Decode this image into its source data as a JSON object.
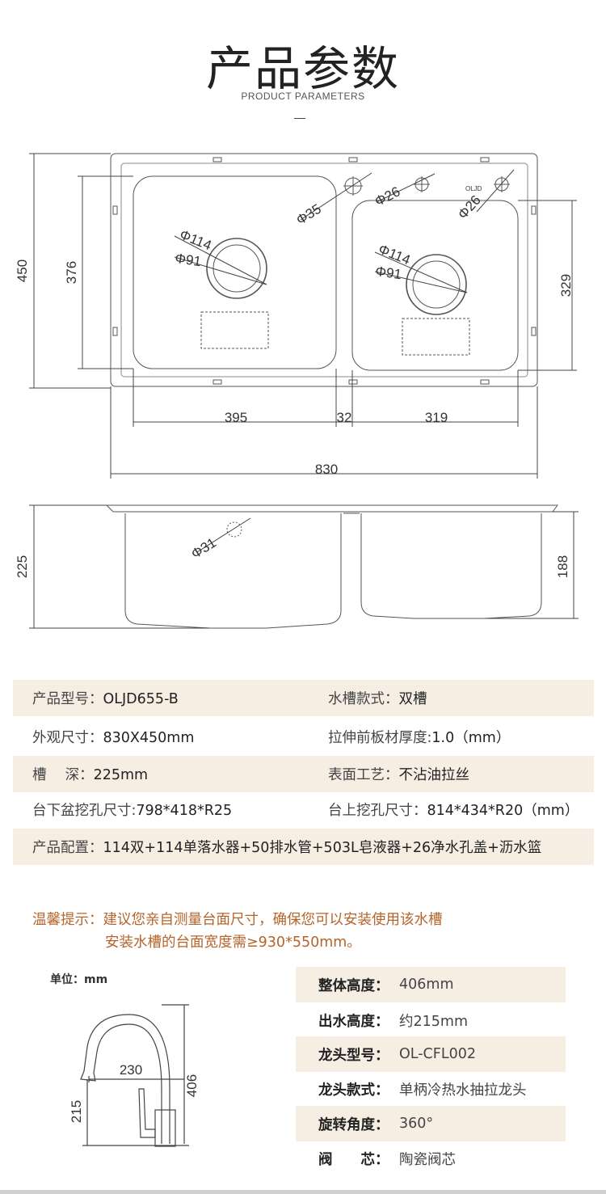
{
  "header": {
    "title": "产品参数",
    "subtitle": "PRODUCT PARAMETERS"
  },
  "drawing": {
    "dims": {
      "d450": "450",
      "d376": "376",
      "d329": "329",
      "d395": "395",
      "d32": "32",
      "d319": "319",
      "d830": "830",
      "d225": "225",
      "d188": "188"
    },
    "labels": {
      "phi35": "Φ35",
      "phi26a": "Φ26",
      "phi26b": "Φ26",
      "phi114a": "Φ114",
      "phi91a": "Φ91",
      "phi114b": "Φ114",
      "phi91b": "Φ91",
      "phi31": "Φ31",
      "logo": "OLJD"
    }
  },
  "specs": [
    {
      "l1": "产品型号：",
      "v1": "OLJD655-B",
      "l2": "水槽款式：",
      "v2": "双槽"
    },
    {
      "l1": "外观尺寸：",
      "v1": "830X450mm",
      "l2": "拉伸前板材厚度:",
      "v2": "1.0（mm）"
    },
    {
      "l1": "槽　 深：",
      "v1": "225mm",
      "l2": "表面工艺：",
      "v2": "不沾油拉丝"
    },
    {
      "l1": "台下盆挖孔尺寸:",
      "v1": "798*418*R25",
      "l2": "台上挖孔尺寸：",
      "v2": "814*434*R20（mm）"
    }
  ],
  "config": {
    "label": "产品配置：",
    "value": "114双+114单落水器+50排水管+503L皂液器+26净水孔盖+沥水篮"
  },
  "tip": {
    "line1": "温馨提示：建议您亲自测量台面尺寸，确保您可以安装使用该水槽",
    "line2": "安装水槽的台面宽度需≥930*550mm。"
  },
  "faucet": {
    "unit": "单位：mm",
    "dims": {
      "d230": "230",
      "d406": "406",
      "d215": "215"
    },
    "rows": [
      {
        "label": "整体高度：",
        "value": "406mm"
      },
      {
        "label": "出水高度：",
        "value": "约215mm"
      },
      {
        "label": "龙头型号：",
        "value": "OL-CFL002"
      },
      {
        "label": "龙头款式：",
        "value": "单柄冷热水抽拉龙头"
      },
      {
        "label": "旋转角度：",
        "value": "360°"
      },
      {
        "label": "阀　　芯：",
        "value": "陶瓷阀芯"
      }
    ]
  }
}
